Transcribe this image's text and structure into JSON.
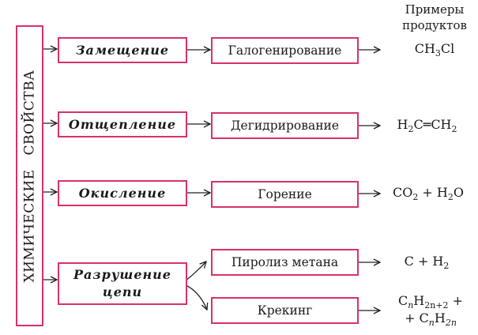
{
  "header": {
    "line1": "Примеры",
    "line2": "продуктов"
  },
  "root": {
    "label": "ХИМИЧЕСКИЕ СВОЙСТВА"
  },
  "reactions": [
    {
      "type": "Замещение",
      "process": "Галогенирование",
      "product": "CH3Cl"
    },
    {
      "type": "Отщепление",
      "process": "Дегидрирование",
      "product": "H2C=CH2"
    },
    {
      "type": "Окисление",
      "process": "Горение",
      "product": "CO2 + H2O"
    },
    {
      "type_line1": "Разрушение",
      "type_line2": "цепи",
      "processes": [
        {
          "process": "Пиролиз метана",
          "product": "C + H2"
        },
        {
          "process": "Крекинг",
          "product_line1": "CnH2n+2 +",
          "product_line2": "+ CnH2n"
        }
      ]
    }
  ],
  "formula_parts": {
    "ch3cl": [
      "CH",
      "3",
      "Cl"
    ],
    "ethene": [
      "H",
      "2",
      "C═CH",
      "2"
    ],
    "combustion": [
      "CO",
      "2",
      " + H",
      "2",
      "O"
    ],
    "pyrolysis": [
      "C + H",
      "2"
    ],
    "cracking1": [
      "C",
      "n",
      "H",
      "2n+2",
      " +"
    ],
    "cracking2": [
      "+ C",
      "n",
      "H",
      "2n"
    ]
  },
  "colors": {
    "box_border": "#d9306e",
    "text": "#1a1a1a",
    "arrow": "#222222"
  }
}
